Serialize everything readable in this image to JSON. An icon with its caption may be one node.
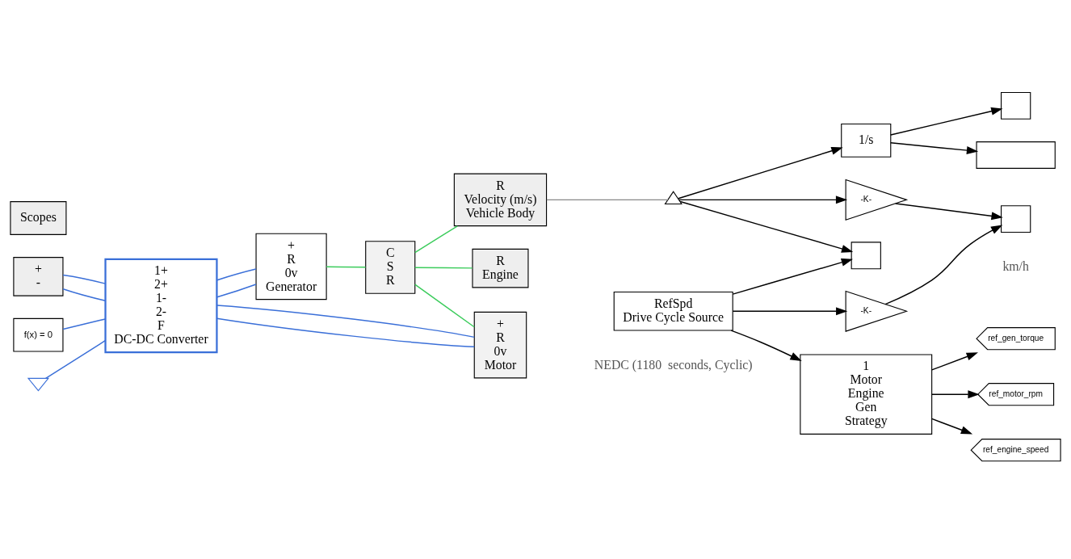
{
  "diagram": {
    "nodes": [
      {
        "text": [
          "+",
          "-"
        ]
      },
      {
        "text": [
          "1+",
          "2+",
          "1-",
          "2-",
          "F",
          "DC-DC Converter"
        ]
      },
      {
        "text": [
          "+",
          "R",
          "0v",
          "Generator"
        ]
      },
      {
        "text": [
          "C",
          "S",
          "R"
        ]
      },
      {
        "text": [
          "R",
          "Engine"
        ]
      },
      {
        "text": [
          "Scopes"
        ]
      },
      {
        "text": [
          "+",
          "R",
          "0v",
          "Motor"
        ]
      },
      {
        "text": [
          "R",
          "Velocity (m/s)",
          "Vehicle Body"
        ]
      },
      {
        "text": [
          "f(x) = 0"
        ]
      },
      {
        "text": [],
        "shape": "ground"
      },
      {
        "text": [],
        "shape": "triangle"
      },
      {
        "text": [],
        "shape": "box"
      },
      {
        "text": [
          "-K-"
        ]
      },
      {
        "text": [
          "-K-"
        ]
      },
      {
        "text": [],
        "shape": "box",
        "beside": [
          "km/h"
        ]
      },
      {
        "text": [
          "1/s"
        ]
      },
      {
        "text": [],
        "shape": "box"
      },
      {
        "text": [],
        "shape": "box"
      },
      {
        "text": [
          "RefSpd",
          "Drive Cycle Source"
        ],
        "beside": [
          "NEDC (1180  seconds, Cyclic)"
        ]
      },
      {
        "text": [
          "1",
          "Motor",
          "Engine",
          "Gen",
          "Strategy"
        ]
      },
      {
        "text": [
          "ref_motor_rpm"
        ]
      },
      {
        "text": [
          "ref_engine_speed"
        ]
      },
      {
        "text": [
          "ref_gen_torque"
        ]
      }
    ],
    "edges": [
      {
        "from": 0,
        "to": 1,
        "arrow": "none",
        "color": "#3a6fd8"
      },
      {
        "from": 0,
        "to": 1,
        "arrow": "none",
        "color": "#3a6fd8"
      },
      {
        "from": 1,
        "to": 2,
        "arrow": "none",
        "color": "#3a6fd8"
      },
      {
        "from": 1,
        "to": 6,
        "arrow": "none",
        "color": "#3a6fd8"
      },
      {
        "from": 1,
        "to": 2,
        "arrow": "none",
        "color": "#3a6fd8"
      },
      {
        "from": 1,
        "to": 6,
        "arrow": "none",
        "color": "#3a6fd8"
      },
      {
        "from": 8,
        "to": 1,
        "arrow": "none",
        "color": "#3a6fd8"
      },
      {
        "from": 9,
        "to": 1,
        "arrow": "none",
        "color": "#3a6fd8"
      },
      {
        "from": 2,
        "to": 3,
        "arrow": "none",
        "color": "#3ccc5c"
      },
      {
        "from": 3,
        "to": 4,
        "arrow": "none",
        "color": "#3ccc5c"
      },
      {
        "from": 3,
        "to": 6,
        "arrow": "none",
        "color": "#3ccc5c"
      },
      {
        "from": 3,
        "to": 7,
        "arrow": "none",
        "color": "#3ccc5c"
      },
      {
        "from": 7,
        "to": 10,
        "arrow": "none",
        "color": "#888888"
      },
      {
        "from": 10,
        "to": 11,
        "arrow": "to"
      },
      {
        "from": 10,
        "to": 12,
        "arrow": "to"
      },
      {
        "from": 10,
        "to": 15,
        "arrow": "to"
      },
      {
        "from": 18,
        "to": 11,
        "arrow": "to"
      },
      {
        "from": 18,
        "to": 13,
        "arrow": "to"
      },
      {
        "from": 18,
        "to": 19,
        "arrow": "to"
      },
      {
        "from": 12,
        "to": 14,
        "arrow": "to"
      },
      {
        "from": 13,
        "to": 14,
        "arrow": "to"
      },
      {
        "from": 15,
        "to": 16,
        "arrow": "to"
      },
      {
        "from": 15,
        "to": 17,
        "arrow": "to"
      },
      {
        "from": 19,
        "to": 20,
        "arrow": "to"
      },
      {
        "from": 19,
        "to": 21,
        "arrow": "to"
      },
      {
        "from": 19,
        "to": 22,
        "arrow": "to"
      }
    ]
  }
}
